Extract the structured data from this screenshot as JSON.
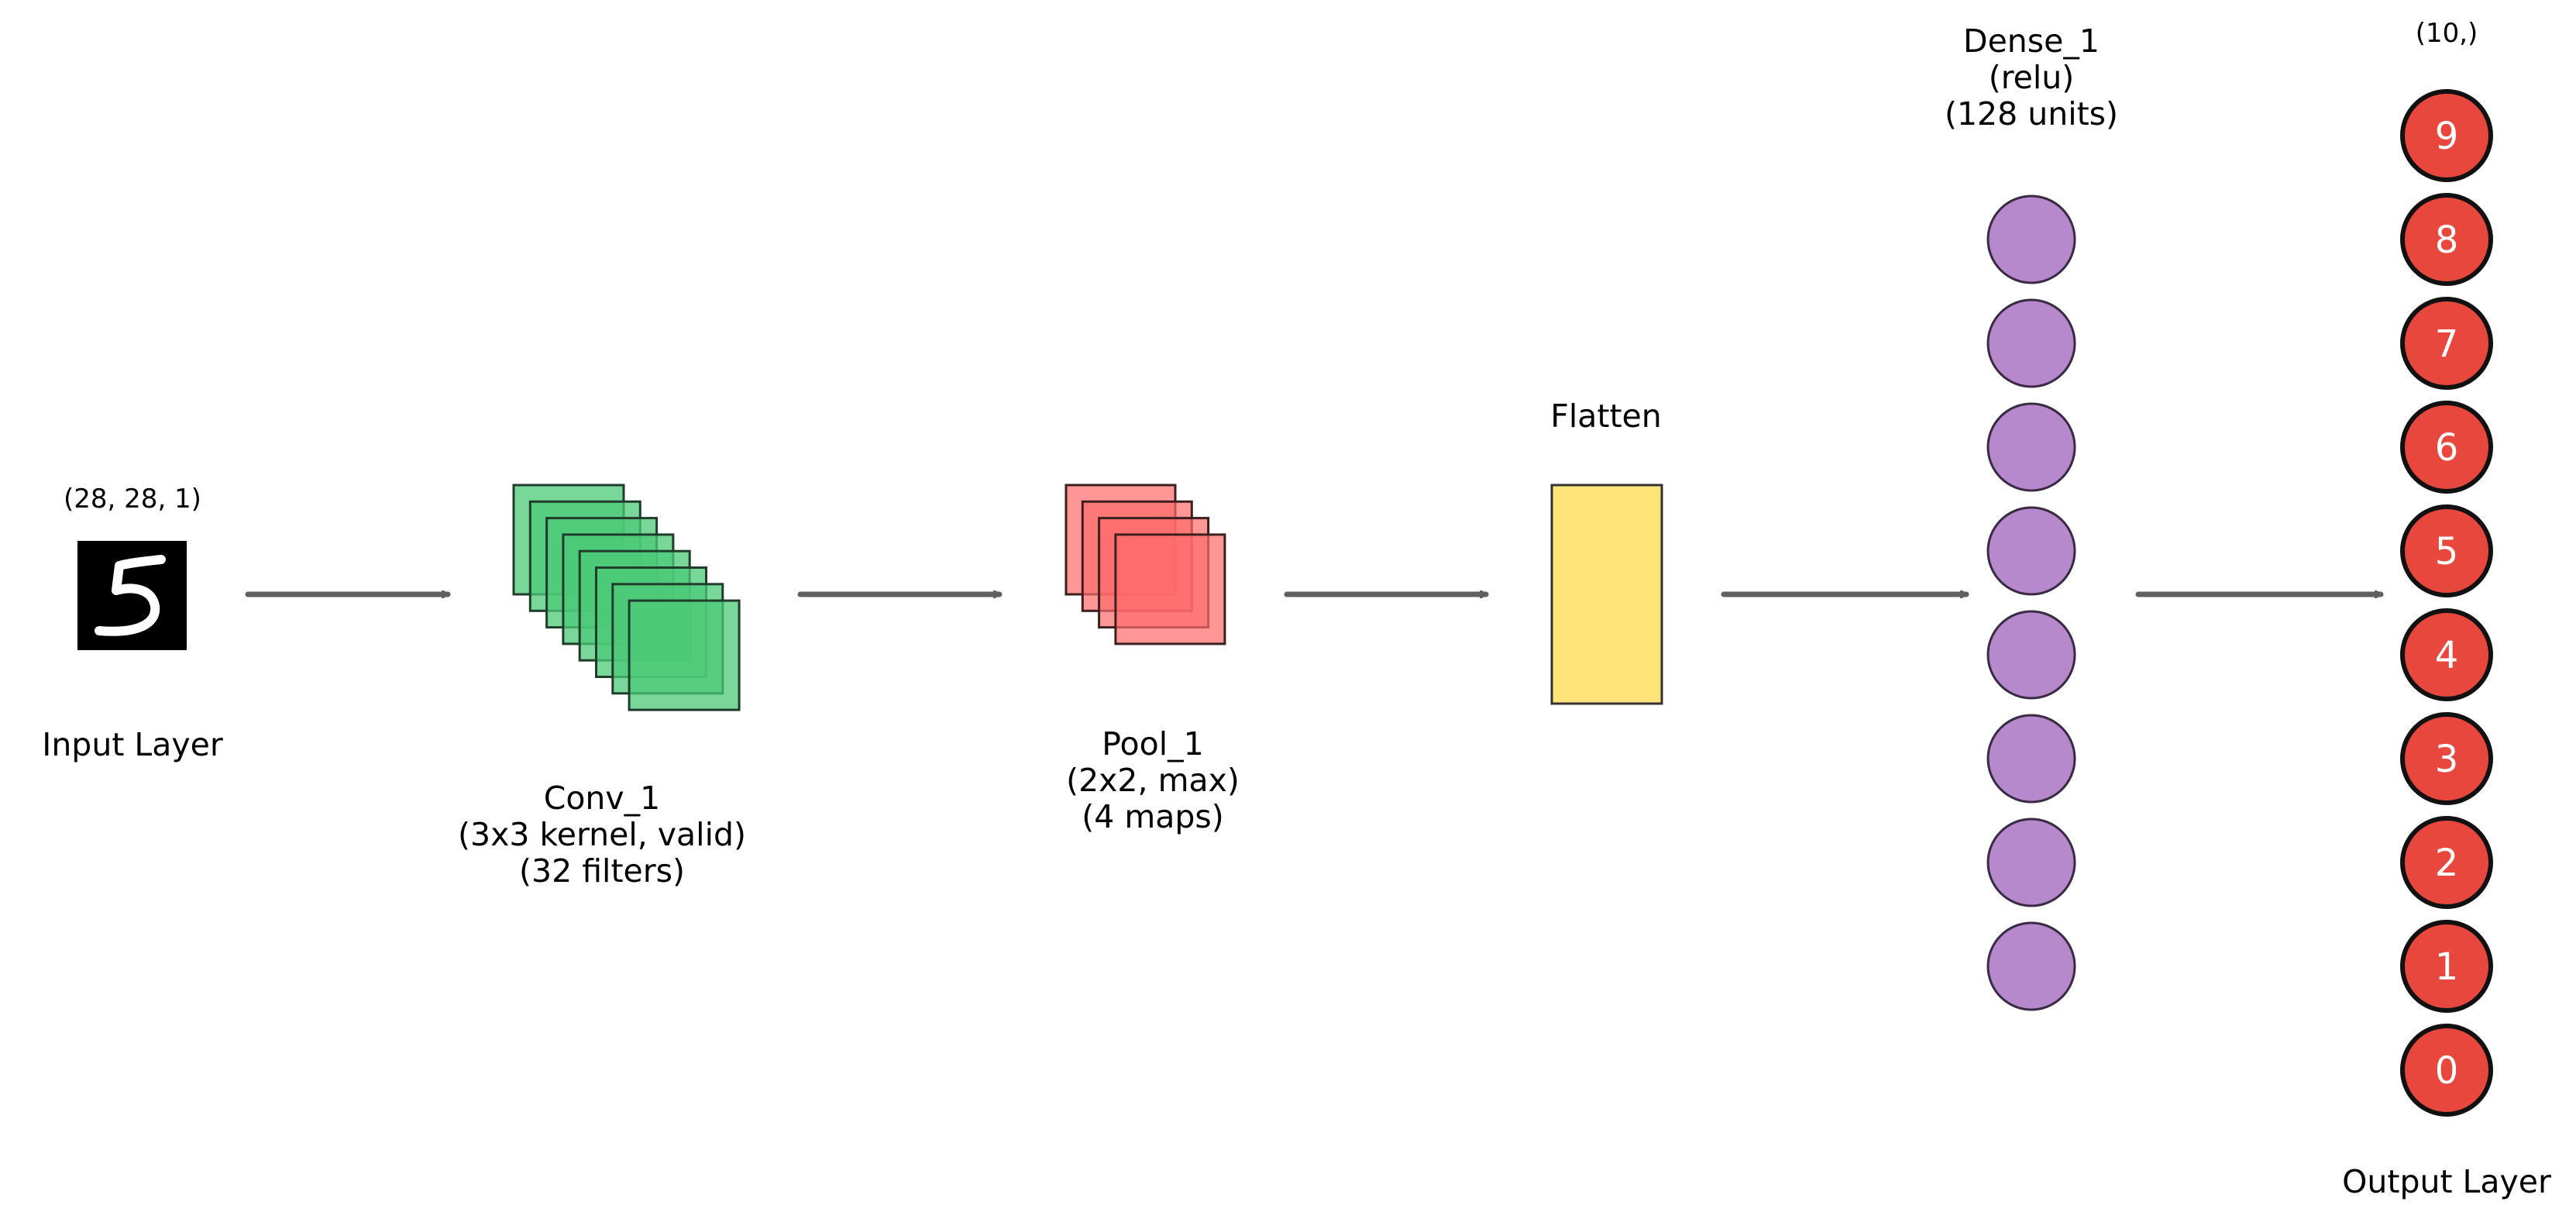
{
  "layers": {
    "input": {
      "shape_label": "(28, 28, 1)",
      "label": "Input Layer",
      "image": "mnist-digit-5",
      "image_bg": "#000000",
      "image_fg": "#ffffff"
    },
    "conv": {
      "label_lines": [
        "Conv_1",
        "(3x3 kernel, valid)",
        "(32 filters)"
      ],
      "visible_maps": 8,
      "fill": "#4cc978",
      "stroke": "#1f3d2a"
    },
    "pool": {
      "label_lines": [
        "Pool_1",
        "(2x2, max)",
        "(4 maps)"
      ],
      "visible_maps": 4,
      "fill": "#ff6b6b",
      "stroke": "#3d1f1f"
    },
    "flatten": {
      "label": "Flatten",
      "fill": "#ffe47a",
      "stroke": "#333333"
    },
    "dense": {
      "label_lines": [
        "Dense_1",
        "(relu)",
        "(128 units)"
      ],
      "visible_units": 8,
      "fill": "#b589cc",
      "stroke": "#3a2a44"
    },
    "output": {
      "shape_label": "(10,)",
      "label": "Output Layer",
      "units": [
        "9",
        "8",
        "7",
        "6",
        "5",
        "4",
        "3",
        "2",
        "1",
        "0"
      ],
      "fill": "#e8473d",
      "stroke": "#111111"
    }
  },
  "arrow_color": "#606060"
}
